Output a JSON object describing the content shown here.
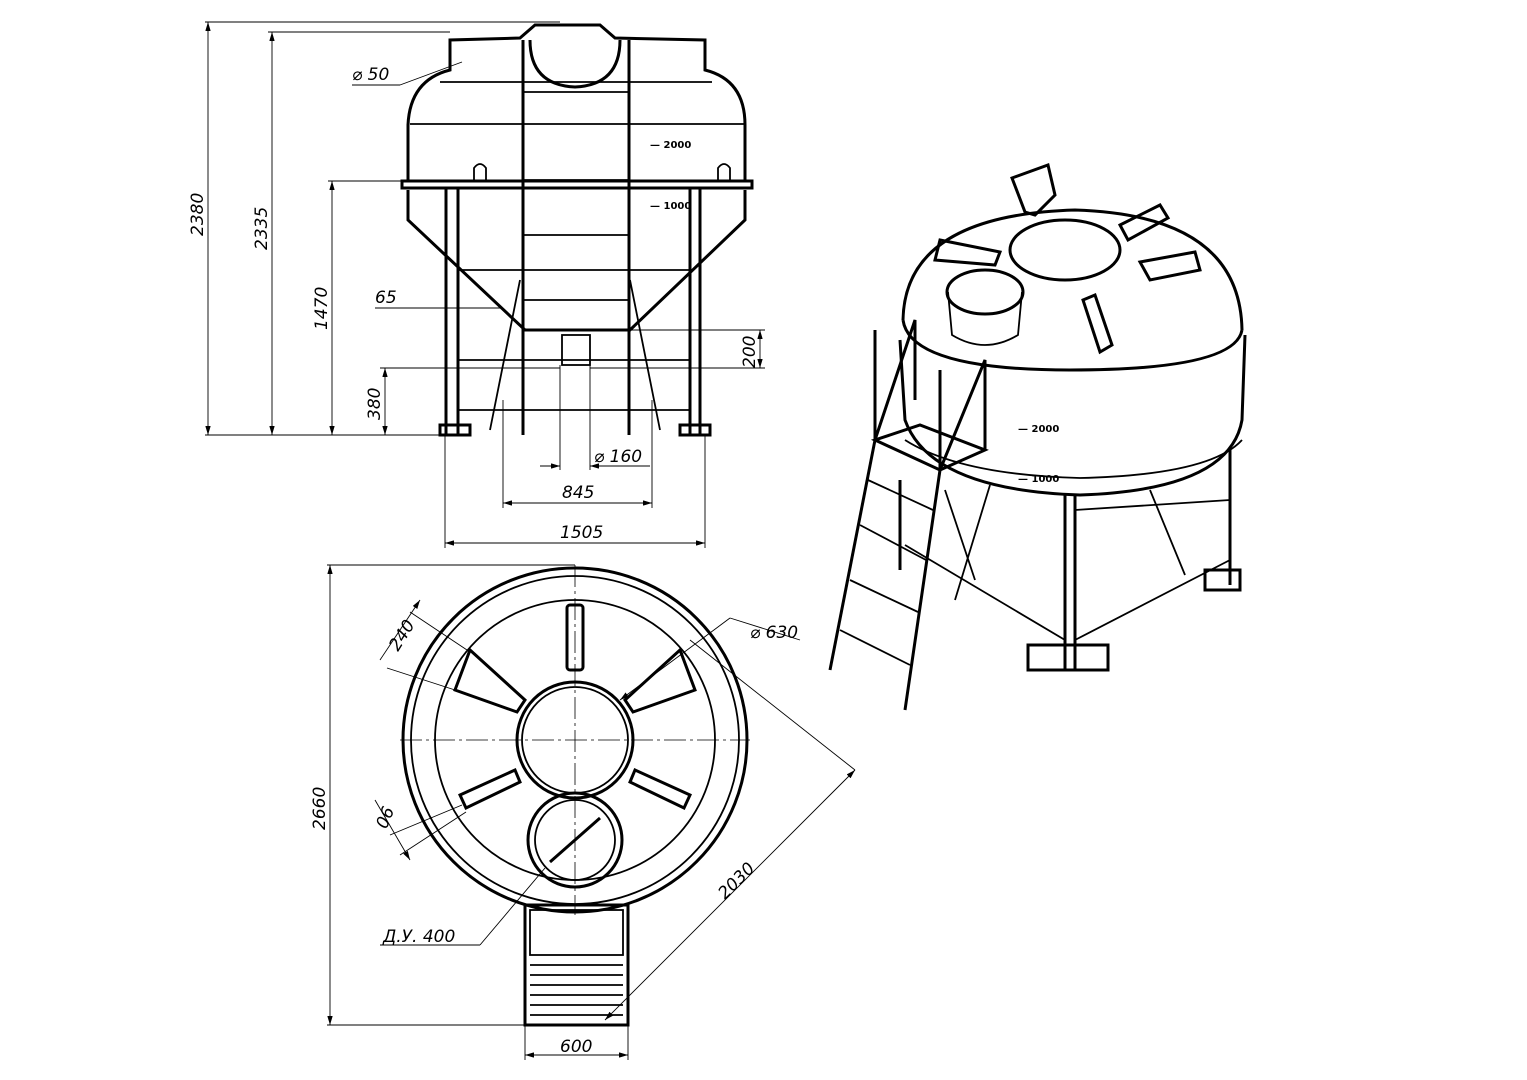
{
  "drawing": {
    "front_view": {
      "dims": {
        "overall_height": "2380",
        "tank_height": "2335",
        "frame_height": "1470",
        "bar_offset": "65",
        "outlet_height": "380",
        "outlet_length": "200",
        "fitting_diameter": "⌀ 50",
        "outlet_diameter": "⌀ 160",
        "inner_width": "845",
        "frame_width": "1505"
      },
      "level_marks": {
        "upper": "— 2000",
        "lower": "— 1000"
      }
    },
    "top_view": {
      "dims": {
        "rib_width": "240",
        "lid_diameter": "⌀ 630",
        "overall_length": "2660",
        "rib_offset": "90",
        "diameter": "2030",
        "manhole": "Д.У. 400",
        "platform_width": "600"
      }
    },
    "iso_view": {
      "level_marks": {
        "upper": "— 2000",
        "lower": "— 1000"
      }
    }
  }
}
